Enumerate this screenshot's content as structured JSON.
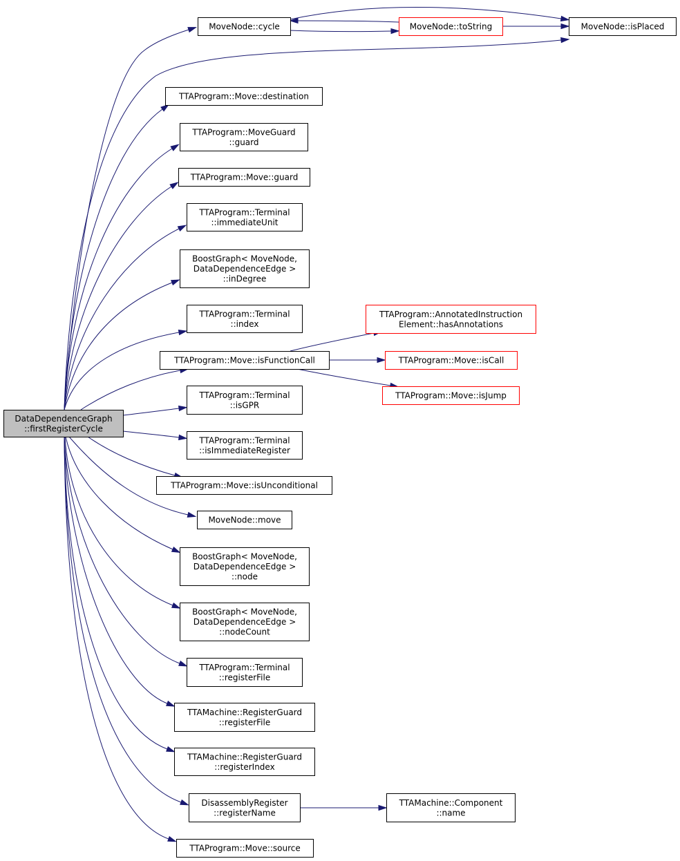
{
  "colors": {
    "edge": "#191970",
    "root_fill": "#bfbfbf",
    "root_border": "#000000",
    "node_fill": "#ffffff",
    "node_border": "#000000",
    "truncated_border": "#ff0000"
  },
  "nodes": {
    "root": {
      "lines": [
        "DataDependenceGraph",
        "::firstRegisterCycle"
      ],
      "kind": "root"
    },
    "cycle": {
      "lines": [
        "MoveNode::cycle"
      ],
      "kind": "normal"
    },
    "tostring": {
      "lines": [
        "MoveNode::toString"
      ],
      "kind": "truncated"
    },
    "isplaced": {
      "lines": [
        "MoveNode::isPlaced"
      ],
      "kind": "normal"
    },
    "destination": {
      "lines": [
        "TTAProgram::Move::destination"
      ],
      "kind": "normal"
    },
    "moveguard_guard": {
      "lines": [
        "TTAProgram::MoveGuard",
        "::guard"
      ],
      "kind": "normal"
    },
    "move_guard": {
      "lines": [
        "TTAProgram::Move::guard"
      ],
      "kind": "normal"
    },
    "immediateunit": {
      "lines": [
        "TTAProgram::Terminal",
        "::immediateUnit"
      ],
      "kind": "normal"
    },
    "indegree": {
      "lines": [
        "BoostGraph< MoveNode,",
        "DataDependenceEdge >",
        "::inDegree"
      ],
      "kind": "normal"
    },
    "index": {
      "lines": [
        "TTAProgram::Terminal",
        "::index"
      ],
      "kind": "normal"
    },
    "isfunctioncall": {
      "lines": [
        "TTAProgram::Move::isFunctionCall"
      ],
      "kind": "normal"
    },
    "hasannotations": {
      "lines": [
        "TTAProgram::AnnotatedInstruction",
        "Element::hasAnnotations"
      ],
      "kind": "truncated"
    },
    "iscall": {
      "lines": [
        "TTAProgram::Move::isCall"
      ],
      "kind": "truncated"
    },
    "isjump": {
      "lines": [
        "TTAProgram::Move::isJump"
      ],
      "kind": "truncated"
    },
    "isgpr": {
      "lines": [
        "TTAProgram::Terminal",
        "::isGPR"
      ],
      "kind": "normal"
    },
    "isimmreg": {
      "lines": [
        "TTAProgram::Terminal",
        "::isImmediateRegister"
      ],
      "kind": "normal"
    },
    "isuncond": {
      "lines": [
        "TTAProgram::Move::isUnconditional"
      ],
      "kind": "normal"
    },
    "move": {
      "lines": [
        "MoveNode::move"
      ],
      "kind": "normal"
    },
    "node": {
      "lines": [
        "BoostGraph< MoveNode,",
        "DataDependenceEdge >",
        "::node"
      ],
      "kind": "normal"
    },
    "nodecount": {
      "lines": [
        "BoostGraph< MoveNode,",
        "DataDependenceEdge >",
        "::nodeCount"
      ],
      "kind": "normal"
    },
    "regfile_term": {
      "lines": [
        "TTAProgram::Terminal",
        "::registerFile"
      ],
      "kind": "normal"
    },
    "regfile_guard": {
      "lines": [
        "TTAMachine::RegisterGuard",
        "::registerFile"
      ],
      "kind": "normal"
    },
    "regindex": {
      "lines": [
        "TTAMachine::RegisterGuard",
        "::registerIndex"
      ],
      "kind": "normal"
    },
    "regname": {
      "lines": [
        "DisassemblyRegister",
        "::registerName"
      ],
      "kind": "normal"
    },
    "compname": {
      "lines": [
        "TTAMachine::Component",
        "::name"
      ],
      "kind": "normal"
    },
    "source": {
      "lines": [
        "TTAProgram::Move::source"
      ],
      "kind": "normal"
    }
  },
  "edges": [
    [
      "root",
      "cycle"
    ],
    [
      "root",
      "isplaced"
    ],
    [
      "root",
      "destination"
    ],
    [
      "root",
      "moveguard_guard"
    ],
    [
      "root",
      "move_guard"
    ],
    [
      "root",
      "immediateunit"
    ],
    [
      "root",
      "indegree"
    ],
    [
      "root",
      "index"
    ],
    [
      "root",
      "isfunctioncall"
    ],
    [
      "root",
      "isgpr"
    ],
    [
      "root",
      "isimmreg"
    ],
    [
      "root",
      "isuncond"
    ],
    [
      "root",
      "move"
    ],
    [
      "root",
      "node"
    ],
    [
      "root",
      "nodecount"
    ],
    [
      "root",
      "regfile_term"
    ],
    [
      "root",
      "regfile_guard"
    ],
    [
      "root",
      "regindex"
    ],
    [
      "root",
      "regname"
    ],
    [
      "root",
      "source"
    ],
    [
      "cycle",
      "tostring"
    ],
    [
      "cycle",
      "isplaced"
    ],
    [
      "tostring",
      "cycle"
    ],
    [
      "tostring",
      "isplaced"
    ],
    [
      "isfunctioncall",
      "hasannotations"
    ],
    [
      "isfunctioncall",
      "iscall"
    ],
    [
      "isfunctioncall",
      "isjump"
    ],
    [
      "regname",
      "compname"
    ]
  ]
}
